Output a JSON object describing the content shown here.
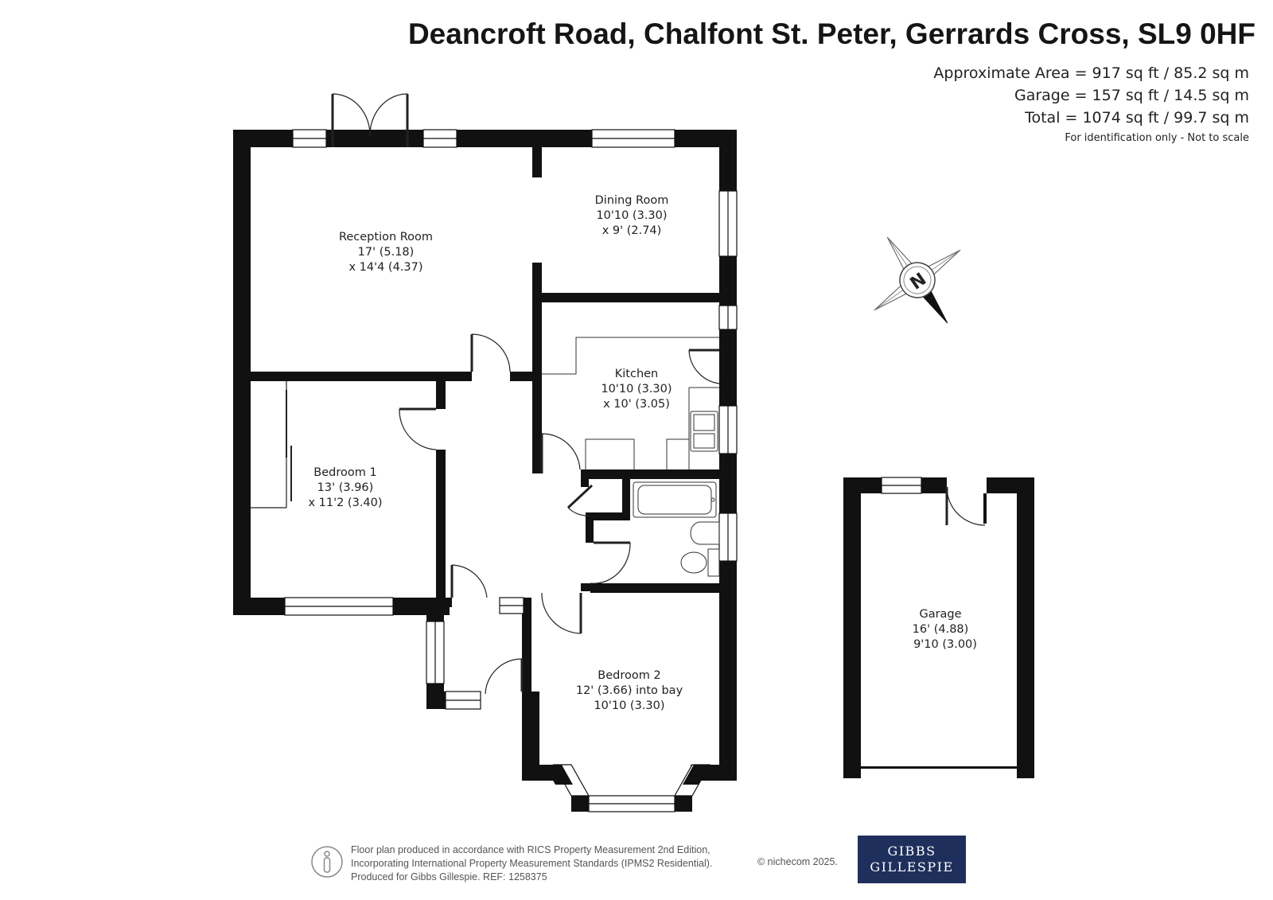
{
  "header": {
    "title": "Deancroft Road, Chalfont St. Peter, Gerrards Cross, SL9 0HF",
    "area_line": "Approximate Area = 917 sq ft / 85.2 sq m",
    "garage_line": "Garage = 157 sq ft / 14.5 sq m",
    "total_line": "Total = 1074 sq ft / 99.7 sq m",
    "note": "For identification only - Not to scale"
  },
  "rooms": {
    "reception": {
      "name": "Reception Room",
      "dim1": "17' (5.18)",
      "dim2": "x 14'4 (4.37)"
    },
    "dining": {
      "name": "Dining Room",
      "dim1": "10'10 (3.30)",
      "dim2": "x 9' (2.74)"
    },
    "kitchen": {
      "name": "Kitchen",
      "dim1": "10'10 (3.30)",
      "dim2": "x 10' (3.05)"
    },
    "bedroom1": {
      "name": "Bedroom 1",
      "dim1": "13' (3.96)",
      "dim2": "x 11'2 (3.40)"
    },
    "bedroom2": {
      "name": "Bedroom 2",
      "dim1": "12' (3.66) into bay",
      "dim2": "10'10 (3.30)"
    },
    "garage": {
      "name": "Garage",
      "dim1": "16' (4.88)",
      "dim2": "9'10 (3.00)"
    }
  },
  "compass": {
    "label": "N"
  },
  "footer": {
    "line1": "Floor plan produced in accordance with RICS Property Measurement 2nd Edition,",
    "line2": "Incorporating International Property Measurement Standards (IPMS2 Residential).",
    "line3": "Produced for Gibbs Gillespie.   REF:  1258375",
    "copyright": "© nichecom 2025."
  },
  "logo": {
    "line1": "GIBBS",
    "line2": "GILLESPIE"
  },
  "colors": {
    "wall": "#111111",
    "window": "#ffffff",
    "logo_bg": "#1f2f5c"
  },
  "icons": [
    "compass-icon",
    "person-icon"
  ]
}
